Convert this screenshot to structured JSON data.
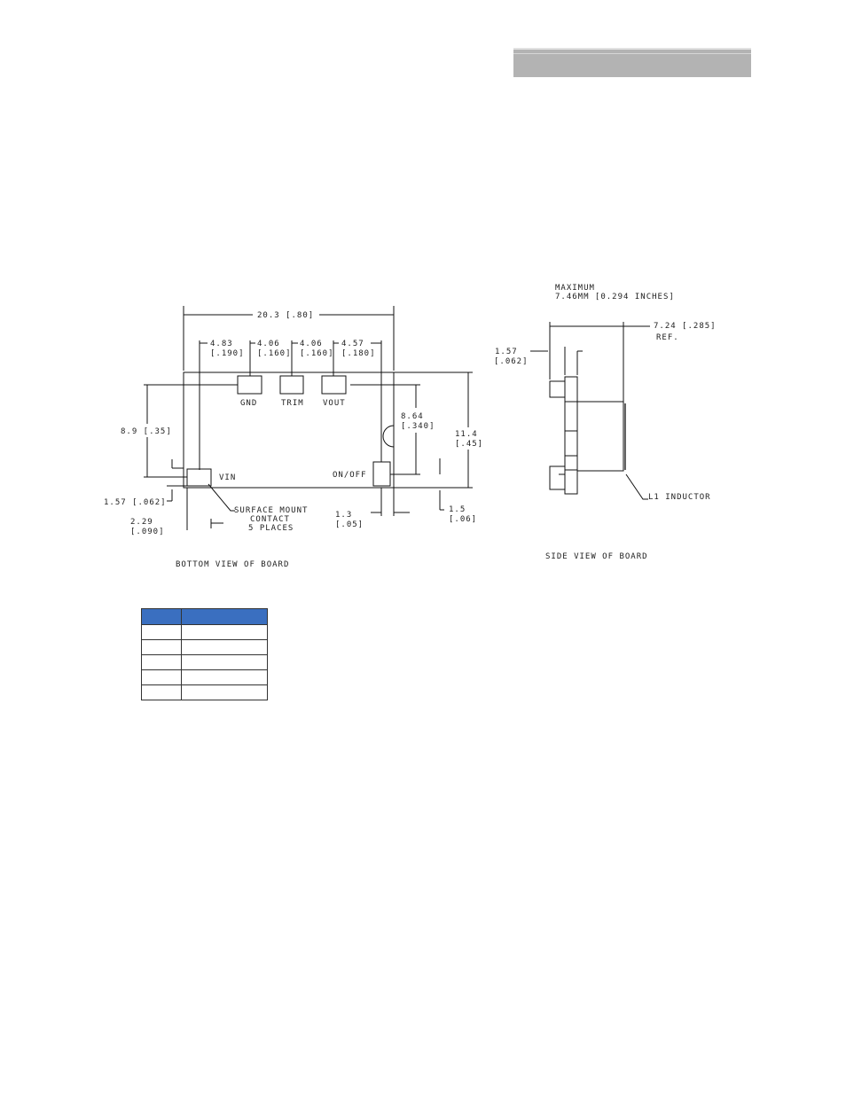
{
  "header": {
    "bar_color": "#b3b3b3"
  },
  "bottom_view": {
    "caption": "BOTTOM VIEW OF BOARD",
    "dim_width": "20.3 [.80]",
    "dim_pitch_1a": "4.83",
    "dim_pitch_1b": "[.190]",
    "dim_pitch_2a": "4.06",
    "dim_pitch_2b": "[.160]",
    "dim_pitch_3a": "4.06",
    "dim_pitch_3b": "[.160]",
    "dim_pitch_4a": "4.57",
    "dim_pitch_4b": "[.180]",
    "dim_left_height": "8.9 [.35]",
    "dim_inner_height_a": "8.64",
    "dim_inner_height_b": "[.340]",
    "dim_total_height_a": "11.4",
    "dim_total_height_b": "[.45]",
    "dim_left_offset": "1.57 [.062]",
    "dim_left_inset_a": "2.29",
    "dim_left_inset_b": "[.090]",
    "dim_right_inset_a": "1.3",
    "dim_right_inset_b": "[.05]",
    "dim_bottom_offset_a": "1.5",
    "dim_bottom_offset_b": "[.06]",
    "pin_gnd": "GND",
    "pin_trim": "TRIM",
    "pin_vout": "VOUT",
    "pin_vin": "VIN",
    "pin_onoff": "ON/OFF",
    "contact_note_1": "SURFACE MOUNT",
    "contact_note_2": "CONTACT",
    "contact_note_3": "5 PLACES"
  },
  "side_view": {
    "caption": "SIDE VIEW OF BOARD",
    "max_label_1": "MAXIMUM",
    "max_label_2": "7.46MM [0.294 INCHES]",
    "dim_ref_a": "7.24 [.285]",
    "dim_ref_b": "REF.",
    "dim_thick_a": "1.57",
    "dim_thick_b": "[.062]",
    "inductor_label": "L1 INDUCTOR"
  },
  "pin_table": {
    "header_color": "#3a6fc0",
    "rows": [
      "",
      "",
      "",
      "",
      ""
    ]
  }
}
